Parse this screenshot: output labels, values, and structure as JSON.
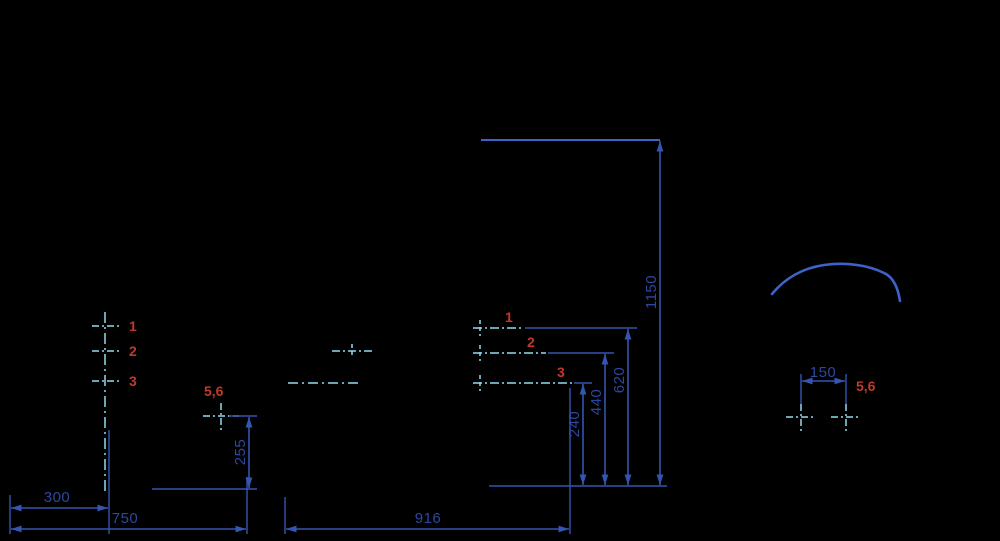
{
  "drawing": {
    "background": "#000000",
    "colors": {
      "dimension_line": "#3456b0",
      "body_outline": "#3d63c8",
      "dimension_text": "#2e479e",
      "centerline": "#93dced",
      "point_label": "#bf3a2b"
    },
    "side_view_points": {
      "point1": "1",
      "point2": "2",
      "point3": "3",
      "pins": "5,6"
    },
    "hitch_points": {
      "point1": "1",
      "point2": "2",
      "point3": "3"
    },
    "rear_view": {
      "pin_spacing": "150",
      "pins": "5,6"
    },
    "dimensions": {
      "total_height": "1150",
      "height_point1": "620",
      "height_point2": "440",
      "height_point3": "240",
      "pin_height": "255",
      "offset_left": "300",
      "offset_mid": "750",
      "offset_right": "916"
    }
  }
}
